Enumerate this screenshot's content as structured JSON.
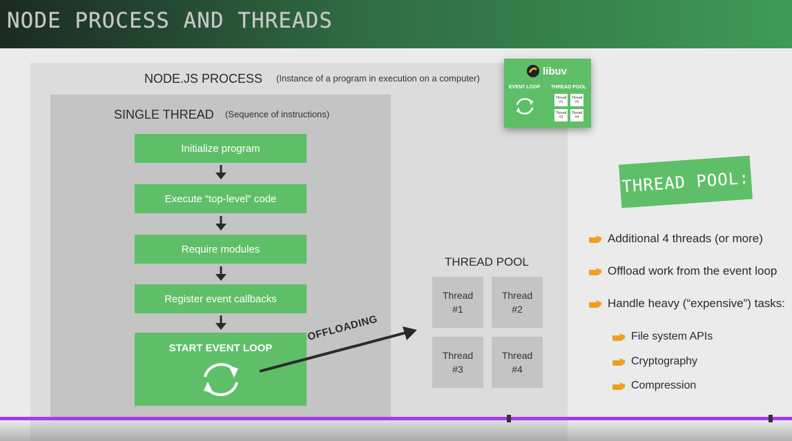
{
  "header": {
    "title": "NODE PROCESS AND THREADS"
  },
  "process": {
    "title": "NODE.JS PROCESS",
    "subtitle": "(Instance of a program in execution on a computer)"
  },
  "single_thread": {
    "title": "SINGLE THREAD",
    "subtitle": "(Sequence of instructions)",
    "steps": [
      "Initialize program",
      "Execute “top-level” code",
      "Require modules",
      "Register event callbacks"
    ],
    "event_loop_label": "START EVENT LOOP"
  },
  "offloading_label": "OFFLOADING",
  "thread_pool": {
    "title": "THREAD POOL",
    "threads": [
      {
        "label": "Thread",
        "num": "#1"
      },
      {
        "label": "Thread",
        "num": "#2"
      },
      {
        "label": "Thread",
        "num": "#3"
      },
      {
        "label": "Thread",
        "num": "#4"
      }
    ]
  },
  "libuv": {
    "name": "libuv",
    "event_loop_label": "EVENT LOOP",
    "thread_pool_label": "THREAD POOL",
    "mini_threads": [
      {
        "label": "Thread",
        "num": "#1"
      },
      {
        "label": "Thread",
        "num": "#2"
      },
      {
        "label": "Thread",
        "num": "#3"
      },
      {
        "label": "Thread",
        "num": "#4"
      }
    ]
  },
  "badge": {
    "text": "THREAD POOL:"
  },
  "bullets": [
    "Additional 4 threads (or more)",
    "Offload work from the event loop",
    "Handle heavy (“expensive”) tasks:"
  ],
  "sub_bullets": [
    "File system APIs",
    "Cryptography",
    "Compression"
  ],
  "colors": {
    "accent_green": "#5fbf68",
    "scrubber_purple": "#a63af0",
    "hand_orange": "#f0a020"
  },
  "icons": {
    "bullet": "pointing-hand-icon",
    "loop": "refresh-icon"
  },
  "video_progress": 0.64
}
